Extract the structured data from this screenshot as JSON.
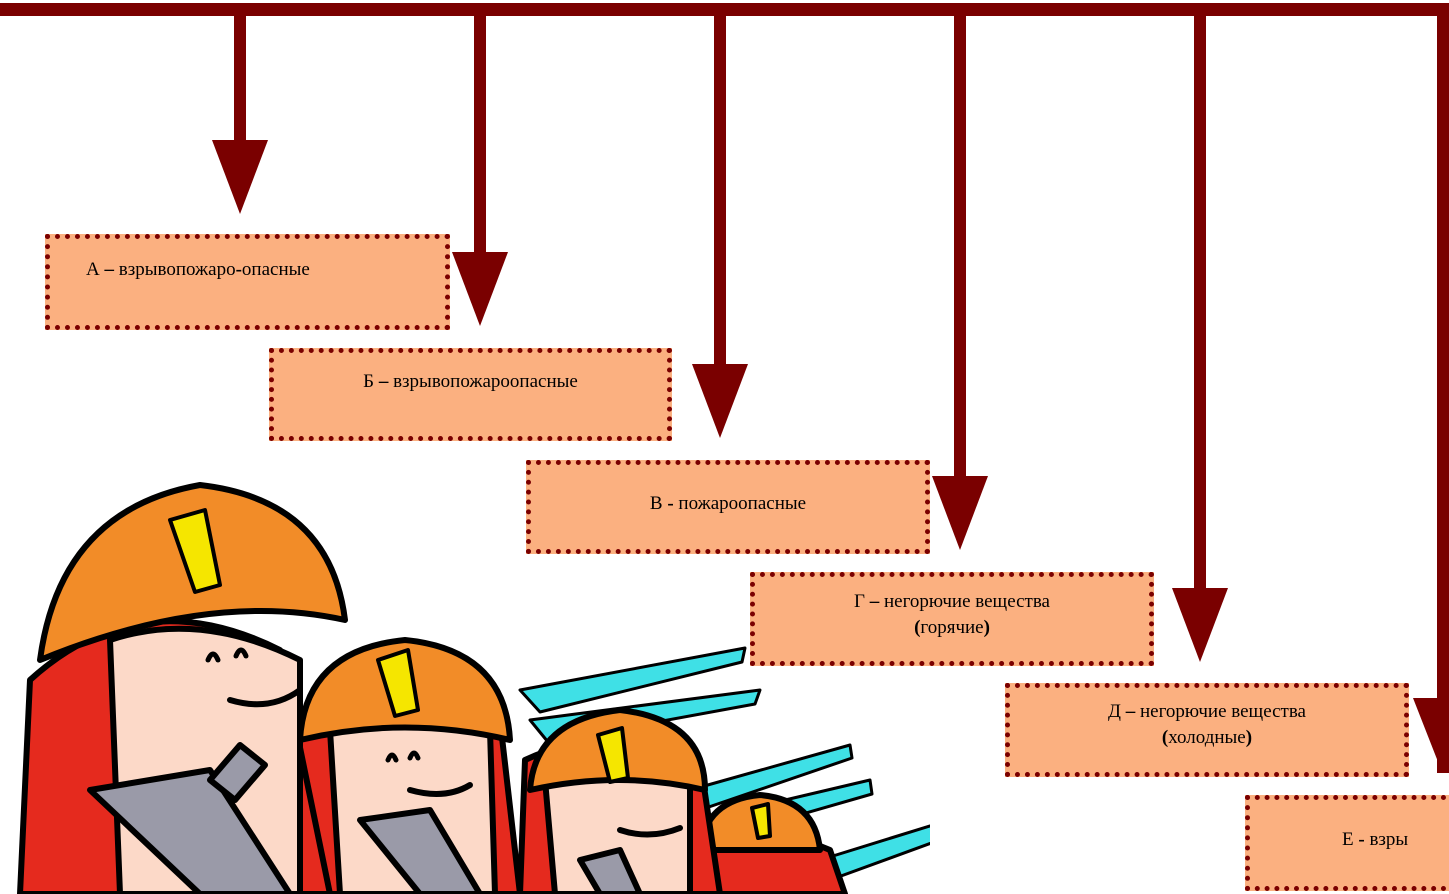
{
  "diagram": {
    "connector_color": "#7a0000",
    "box_fill_color": "#fbb080",
    "box_border_color": "#7a0000",
    "categories": [
      {
        "letter": "А",
        "sep": "–",
        "text": "взрывопожаро",
        "sep2": "-",
        "text2": "опасные"
      },
      {
        "letter": "Б",
        "sep": "–",
        "text": "взрывопожароопасные"
      },
      {
        "letter": "В",
        "sep": "-",
        "text": "пожароопасные"
      },
      {
        "letter": "Г",
        "sep": "–",
        "text": "негорючие вещества",
        "open": "(",
        "note": "горячие",
        "close": ")"
      },
      {
        "letter": "Д",
        "sep": "–",
        "text": "негорючие вещества",
        "open": "(",
        "note": "холодные",
        "close": ")"
      },
      {
        "letter": "Е",
        "sep": "-",
        "text": "взры"
      }
    ]
  },
  "illustration": {
    "subject": "firefighters-with-hoses",
    "helmet_number": "1",
    "colors": {
      "helmet": "#f28c28",
      "coat": "#e52a1e",
      "face": "#fcd9c8",
      "badge": "#f5e600",
      "water": "#3fe0e6",
      "hose": "#9a9aa8"
    }
  }
}
